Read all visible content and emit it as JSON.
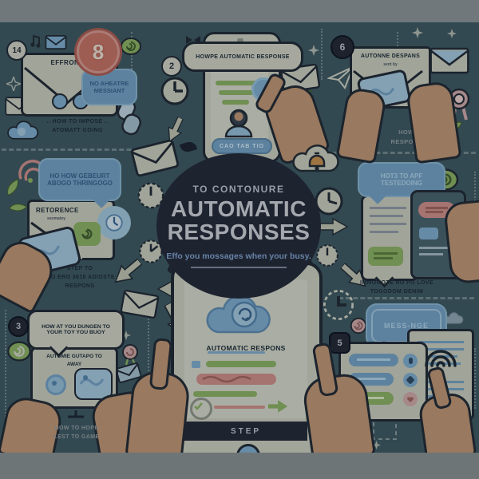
{
  "meta": {
    "description": "Infographic illustration: how to configure automatic responses, numbered step panels around a central dark circle, phones, envelopes, chat bubbles and hands",
    "top_bar_color": "#70787b",
    "bottom_bar_color": "#6e7577",
    "background_color": "#3c565e"
  },
  "center": {
    "kicker": "TO CONTONURE",
    "title_line1": "AUTOMATIC",
    "title_line2": "RESPONSES",
    "subtitle": "Effo you mossages when your busy.",
    "circle_color": "#232836",
    "title_color": "#c6cad0",
    "subtitle_color": "#7c9dc6"
  },
  "panels": {
    "top_left": {
      "badge_number": "14",
      "count_badge": "8",
      "envelope_label": "EFFRONTE",
      "bubble_line1": "NO AHEATRE",
      "bubble_line2": "MESSIANT",
      "caption_line1": ".. HOW TO IMPOSE ..",
      "caption_line2": "ATOMATT GOING"
    },
    "top_center": {
      "badge_number": "2",
      "bubble_text": "HOWPE AUTOMATIC BESPONSE",
      "button_label": "CAO TAB TIO"
    },
    "top_right": {
      "badge_number": "6",
      "envelope_label": "AUTONNE DESPANS",
      "envelope_subtext": "sent by",
      "caption_line1": "HOW TSE",
      "caption_line2": "RESPONNGES"
    },
    "mid_left": {
      "bubble_line1": "HO HOW GEBEURT",
      "bubble_line2": "ABOGO THRINGOGO",
      "envelope_label": "RETORENCE",
      "envelope_subtext": "seomatey",
      "caption_line1": "STEP TO",
      "caption_line2": "DIO ERO 3618 ADIOSTE",
      "caption_line3": "RESPONS"
    },
    "mid_right": {
      "bubble_line1": "HOT3 TO APF",
      "bubble_line2": "TESTEDOING",
      "caption_line1": "IMMOGOTE NO PO LOVE",
      "caption_line2": "TOGODOM DENIM"
    },
    "bottom_left": {
      "badge_number": "3",
      "bubble_line1": "HOW AT YOU DUNGEN TO",
      "bubble_line2": "YOUR TOY YOU BUOY",
      "card_line1": "AUTOMIE GUTAPO TO",
      "card_line2": "AWAY",
      "caption_line1": "HOW TO HOPE",
      "caption_line2": "LEST TO GAME"
    },
    "bottom_center": {
      "screen_label": "AUTOMATIC RESPONS",
      "step_label": "STEP"
    },
    "bottom_right": {
      "badge_number": "5",
      "bubble_text": "MESS-NGE"
    }
  },
  "colors": {
    "outline": "#1f2833",
    "cream": "#c3c5b6",
    "accent_blue": "#6f9cbd",
    "accent_blue_light": "#9fc0d6",
    "accent_green": "#87ab60",
    "accent_pink": "#c78a85",
    "accent_red": "#bf6e60",
    "skin": "#b9906f",
    "bell_orange": "#c08a4e"
  }
}
